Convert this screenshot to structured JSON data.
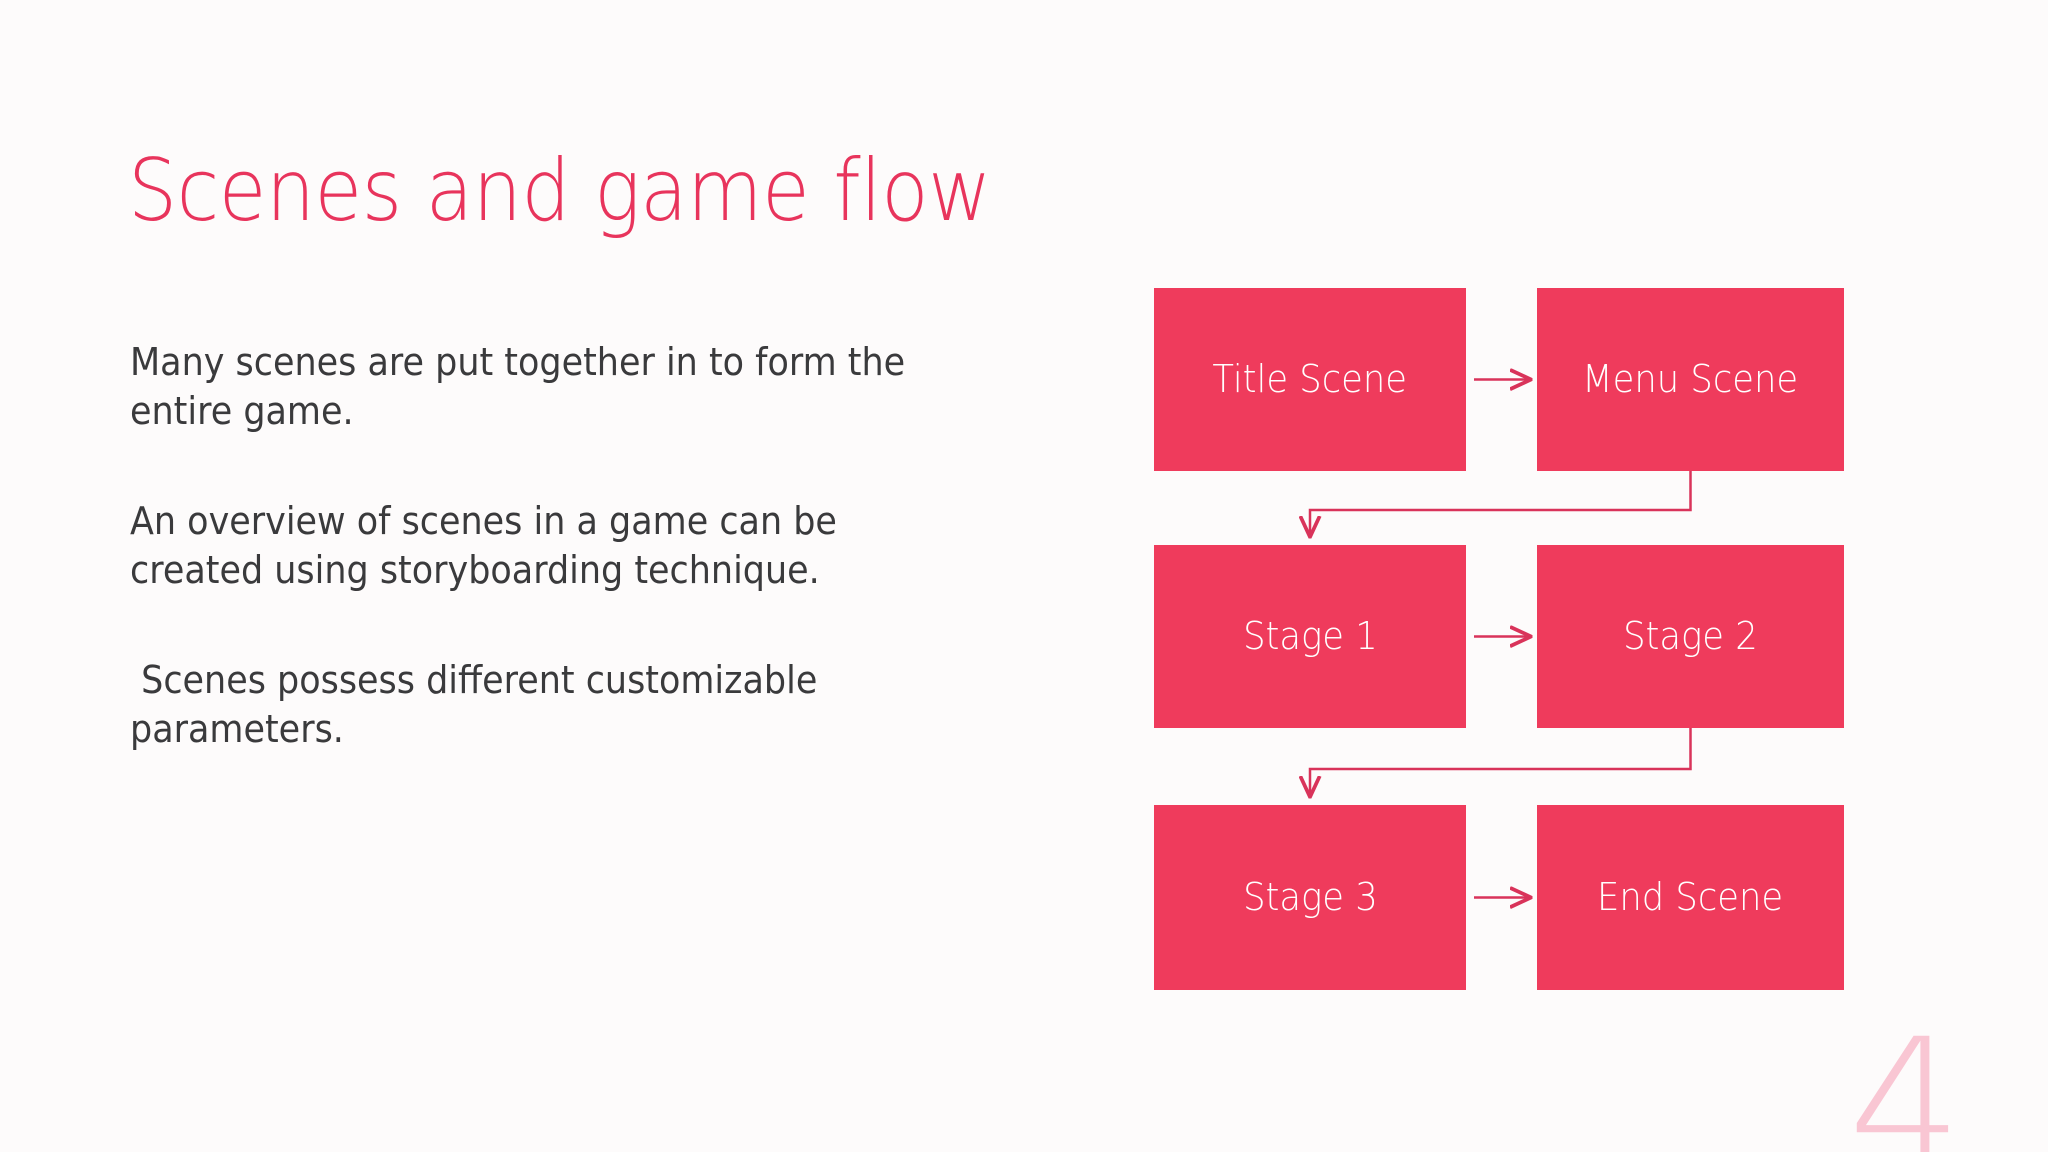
{
  "slide": {
    "title": "Scenes and game flow",
    "page_number": "4",
    "accent_color": "#E8345C",
    "box_color": "#EF3B5C",
    "box_text_color": "#FFFFFF",
    "page_number_color": "#F9C6D3",
    "background_color": "#FDFBFB",
    "body_text_color": "#3A3A3C"
  },
  "body": {
    "paragraphs": [
      "Many scenes are put together in to form the entire game.",
      "An overview of scenes in a game can be created using storyboarding technique.",
      " Scenes possess different customizable parameters."
    ]
  },
  "diagram": {
    "type": "flowchart",
    "nodes": [
      {
        "id": "title-scene",
        "label": "Title Scene",
        "row": 1,
        "column": "left"
      },
      {
        "id": "menu-scene",
        "label": "Menu Scene",
        "row": 1,
        "column": "right"
      },
      {
        "id": "stage-1",
        "label": "Stage 1",
        "row": 2,
        "column": "left"
      },
      {
        "id": "stage-2",
        "label": "Stage 2",
        "row": 2,
        "column": "right"
      },
      {
        "id": "stage-3",
        "label": "Stage 3",
        "row": 3,
        "column": "left"
      },
      {
        "id": "end-scene",
        "label": "End Scene",
        "row": 3,
        "column": "right"
      }
    ],
    "edges": [
      {
        "from": "title-scene",
        "to": "menu-scene",
        "style": "straight-right"
      },
      {
        "from": "menu-scene",
        "to": "stage-1",
        "style": "elbow-down-left"
      },
      {
        "from": "stage-1",
        "to": "stage-2",
        "style": "straight-right"
      },
      {
        "from": "stage-2",
        "to": "stage-3",
        "style": "elbow-down-left"
      },
      {
        "from": "stage-3",
        "to": "end-scene",
        "style": "straight-right"
      }
    ],
    "connector_color": "#D9335A"
  }
}
